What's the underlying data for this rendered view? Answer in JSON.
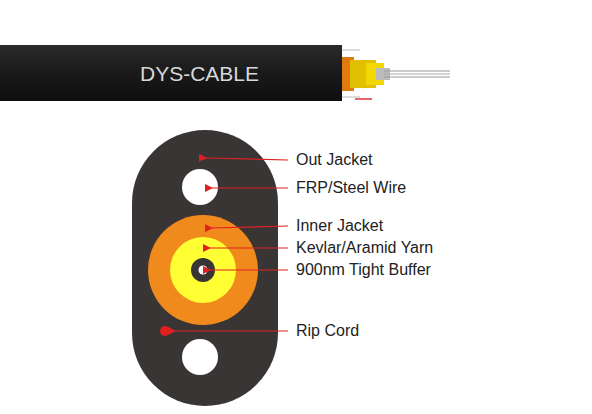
{
  "diagram": {
    "labels": [
      "DYS-CABLE",
      "Out Jacket",
      "FRP/Steel Wire",
      "Inner Jacket",
      "Kevlar/Aramid Yarn",
      "900nm Tight Buffer",
      "Rip Cord"
    ]
  }
}
